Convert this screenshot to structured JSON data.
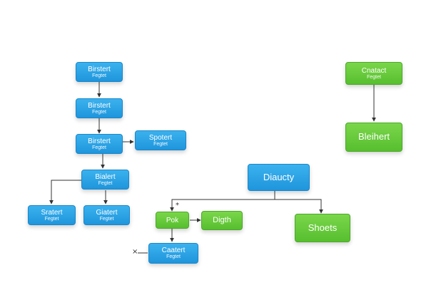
{
  "nodes": {
    "n1": {
      "title": "Birstert",
      "sub": "Fegtet"
    },
    "n2": {
      "title": "Birstert",
      "sub": "Fegtet"
    },
    "n3": {
      "title": "Birstert",
      "sub": "Fegtet"
    },
    "n4": {
      "title": "Spotert",
      "sub": "Fegtet"
    },
    "n5": {
      "title": "Bialert",
      "sub": "Fegtet"
    },
    "n6": {
      "title": "Sratert",
      "sub": "Fegtet"
    },
    "n7": {
      "title": "Giatert",
      "sub": "Fegtet"
    },
    "n8": {
      "title": "Caatert",
      "sub": "Fegtet"
    },
    "n9": {
      "title": "Pok"
    },
    "n10": {
      "title": "Digth"
    },
    "n11": {
      "title": "Diaucty"
    },
    "n12": {
      "title": "Shoets"
    },
    "n13": {
      "title": "Cnatact",
      "sub": "Fegtet"
    },
    "n14": {
      "title": "Bleihert"
    }
  },
  "marks": {
    "star": "*",
    "cross": "×"
  },
  "colors": {
    "blue": "#2aa3e6",
    "green": "#66c93a",
    "connector": "#333333"
  }
}
